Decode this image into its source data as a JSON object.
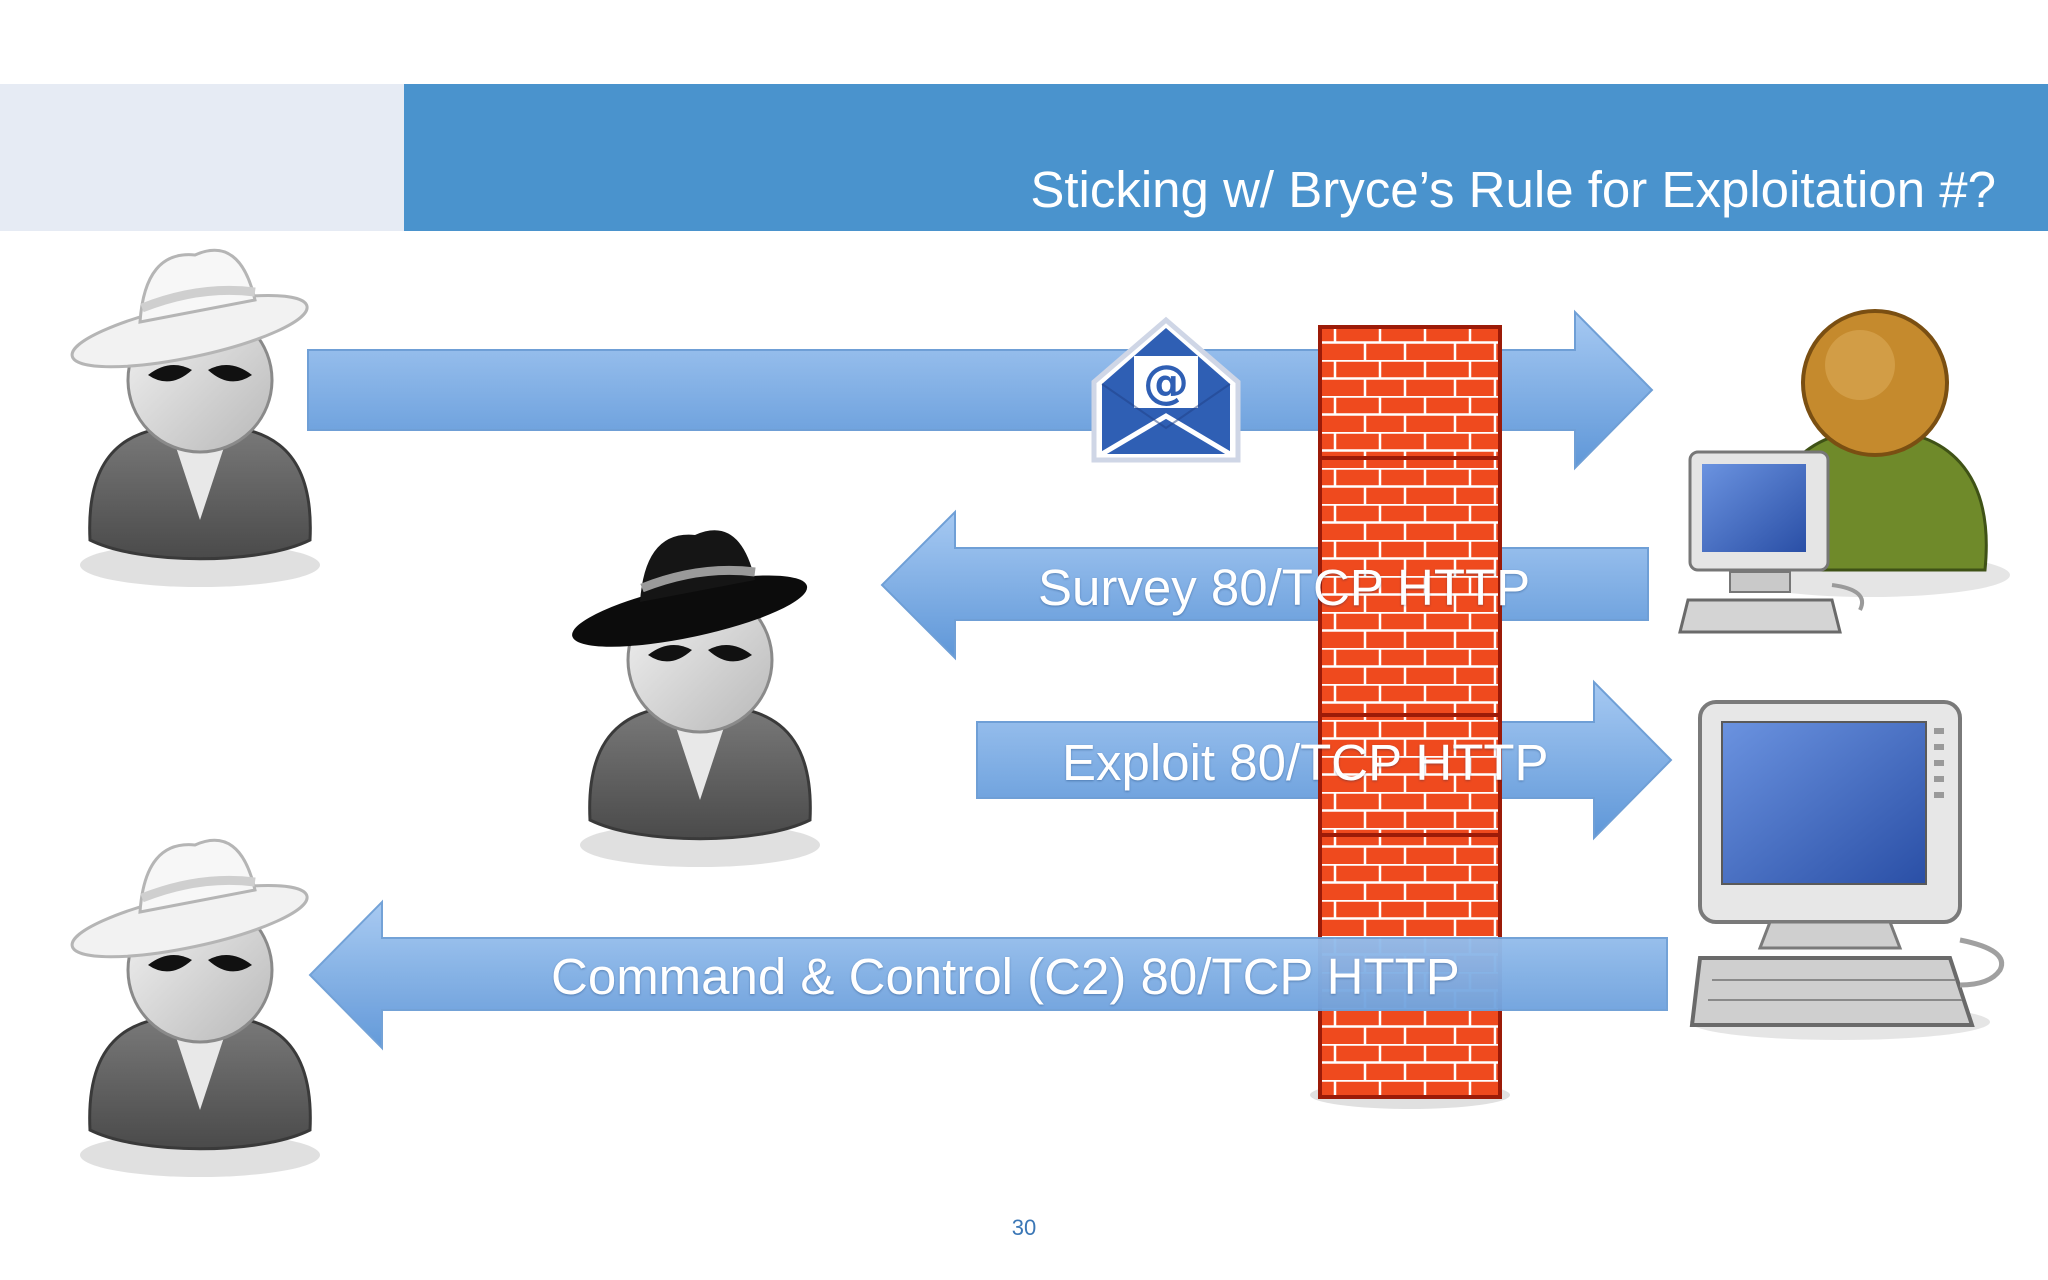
{
  "slide": {
    "title": "Sticking w/ Bryce’s Rule for Exploitation #?",
    "page_number": "30"
  },
  "arrows": {
    "survey": "Survey 80/TCP HTTP",
    "exploit": "Exploit 80/TCP HTTP",
    "c2": "Command & Control (C2) 80/TCP HTTP"
  },
  "colors": {
    "header_bar": "#4a93cd",
    "header_left": "#e6ebf4",
    "arrow_fill": "#7fb0e6",
    "firewall": "#ef4a1e",
    "page_number": "#3b77b6"
  },
  "icons": [
    "spy-white-hat-icon",
    "spy-black-hat-icon",
    "email-icon",
    "firewall-icon",
    "user-workstation-icon",
    "desktop-computer-icon"
  ]
}
